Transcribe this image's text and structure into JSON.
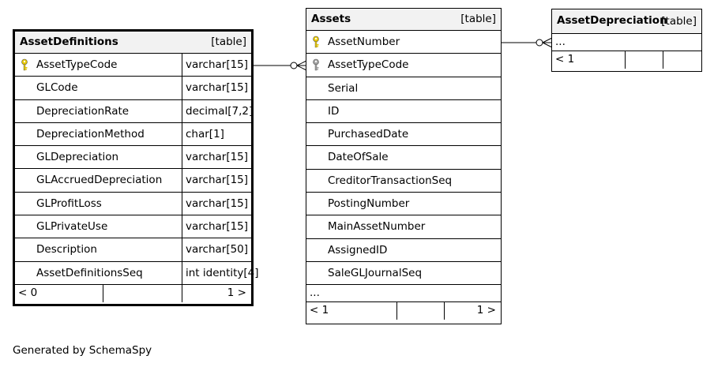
{
  "asset_definitions": {
    "name": "AssetDefinitions",
    "kind": "[table]",
    "rows": [
      {
        "col": "AssetTypeCode",
        "type": "varchar[15]",
        "key": "primary"
      },
      {
        "col": "GLCode",
        "type": "varchar[15]"
      },
      {
        "col": "DepreciationRate",
        "type": "decimal[7,2]"
      },
      {
        "col": "DepreciationMethod",
        "type": "char[1]"
      },
      {
        "col": "GLDepreciation",
        "type": "varchar[15]"
      },
      {
        "col": "GLAccruedDepreciation",
        "type": "varchar[15]"
      },
      {
        "col": "GLProfitLoss",
        "type": "varchar[15]"
      },
      {
        "col": "GLPrivateUse",
        "type": "varchar[15]"
      },
      {
        "col": "Description",
        "type": "varchar[50]"
      },
      {
        "col": "AssetDefinitionsSeq",
        "type": "int identity[4]"
      }
    ],
    "footer_left": "< 0",
    "footer_right": "1 >"
  },
  "assets": {
    "name": "Assets",
    "kind": "[table]",
    "rows": [
      {
        "col": "AssetNumber",
        "key": "primary"
      },
      {
        "col": "AssetTypeCode",
        "key": "foreign"
      },
      {
        "col": "Serial"
      },
      {
        "col": "ID"
      },
      {
        "col": "PurchasedDate"
      },
      {
        "col": "DateOfSale"
      },
      {
        "col": "CreditorTransactionSeq"
      },
      {
        "col": "PostingNumber"
      },
      {
        "col": "MainAssetNumber"
      },
      {
        "col": "AssignedID"
      },
      {
        "col": "SaleGLJournalSeq"
      }
    ],
    "ellipsis": "...",
    "footer_left": "< 1",
    "footer_right": "1 >"
  },
  "asset_depreciation": {
    "name": "AssetDepreciation",
    "kind": "[table]",
    "ellipsis": "...",
    "footer_left": "< 1"
  },
  "generated_by": "Generated by SchemaSpy",
  "colors": {
    "primary_key": "#e6c700",
    "foreign_key": "#a0a0a0",
    "header_bg": "#f2f2f2"
  }
}
